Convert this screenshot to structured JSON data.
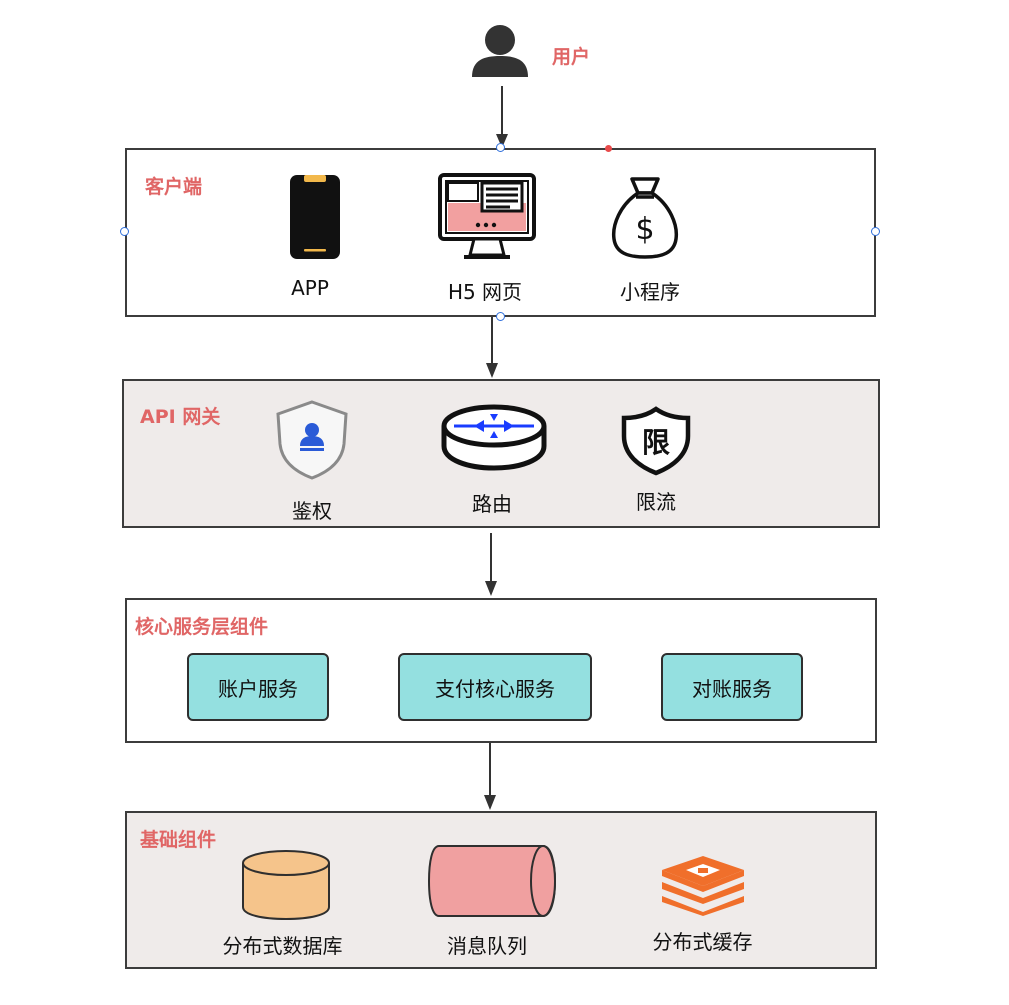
{
  "user": {
    "label": "用户"
  },
  "client": {
    "title": "客户端",
    "items": [
      {
        "label": "APP",
        "icon": "smartphone-icon"
      },
      {
        "label": "H5 网页",
        "icon": "monitor-icon"
      },
      {
        "label": "小程序",
        "icon": "money-bag-icon"
      }
    ]
  },
  "gateway": {
    "title": "API 网关",
    "items": [
      {
        "label": "鉴权",
        "icon": "shield-user-icon"
      },
      {
        "label": "路由",
        "icon": "router-icon"
      },
      {
        "label": "限流",
        "icon": "limit-shield-icon",
        "icon_text": "限"
      }
    ]
  },
  "core": {
    "title": "核心服务层组件",
    "services": [
      {
        "label": "账户服务"
      },
      {
        "label": "支付核心服务"
      },
      {
        "label": "对账服务"
      }
    ]
  },
  "infra": {
    "title": "基础组件",
    "items": [
      {
        "label": "分布式数据库",
        "icon": "database-cylinder-icon"
      },
      {
        "label": "消息队列",
        "icon": "queue-cylinder-icon"
      },
      {
        "label": "分布式缓存",
        "icon": "redis-cache-icon"
      }
    ]
  },
  "colors": {
    "title": "#e06666",
    "service_fill": "#94e0e0",
    "gray_fill": "#efebea",
    "db_fill": "#f5c48b",
    "queue_fill": "#f0a0a0",
    "cache_fill": "#f06f2b"
  }
}
